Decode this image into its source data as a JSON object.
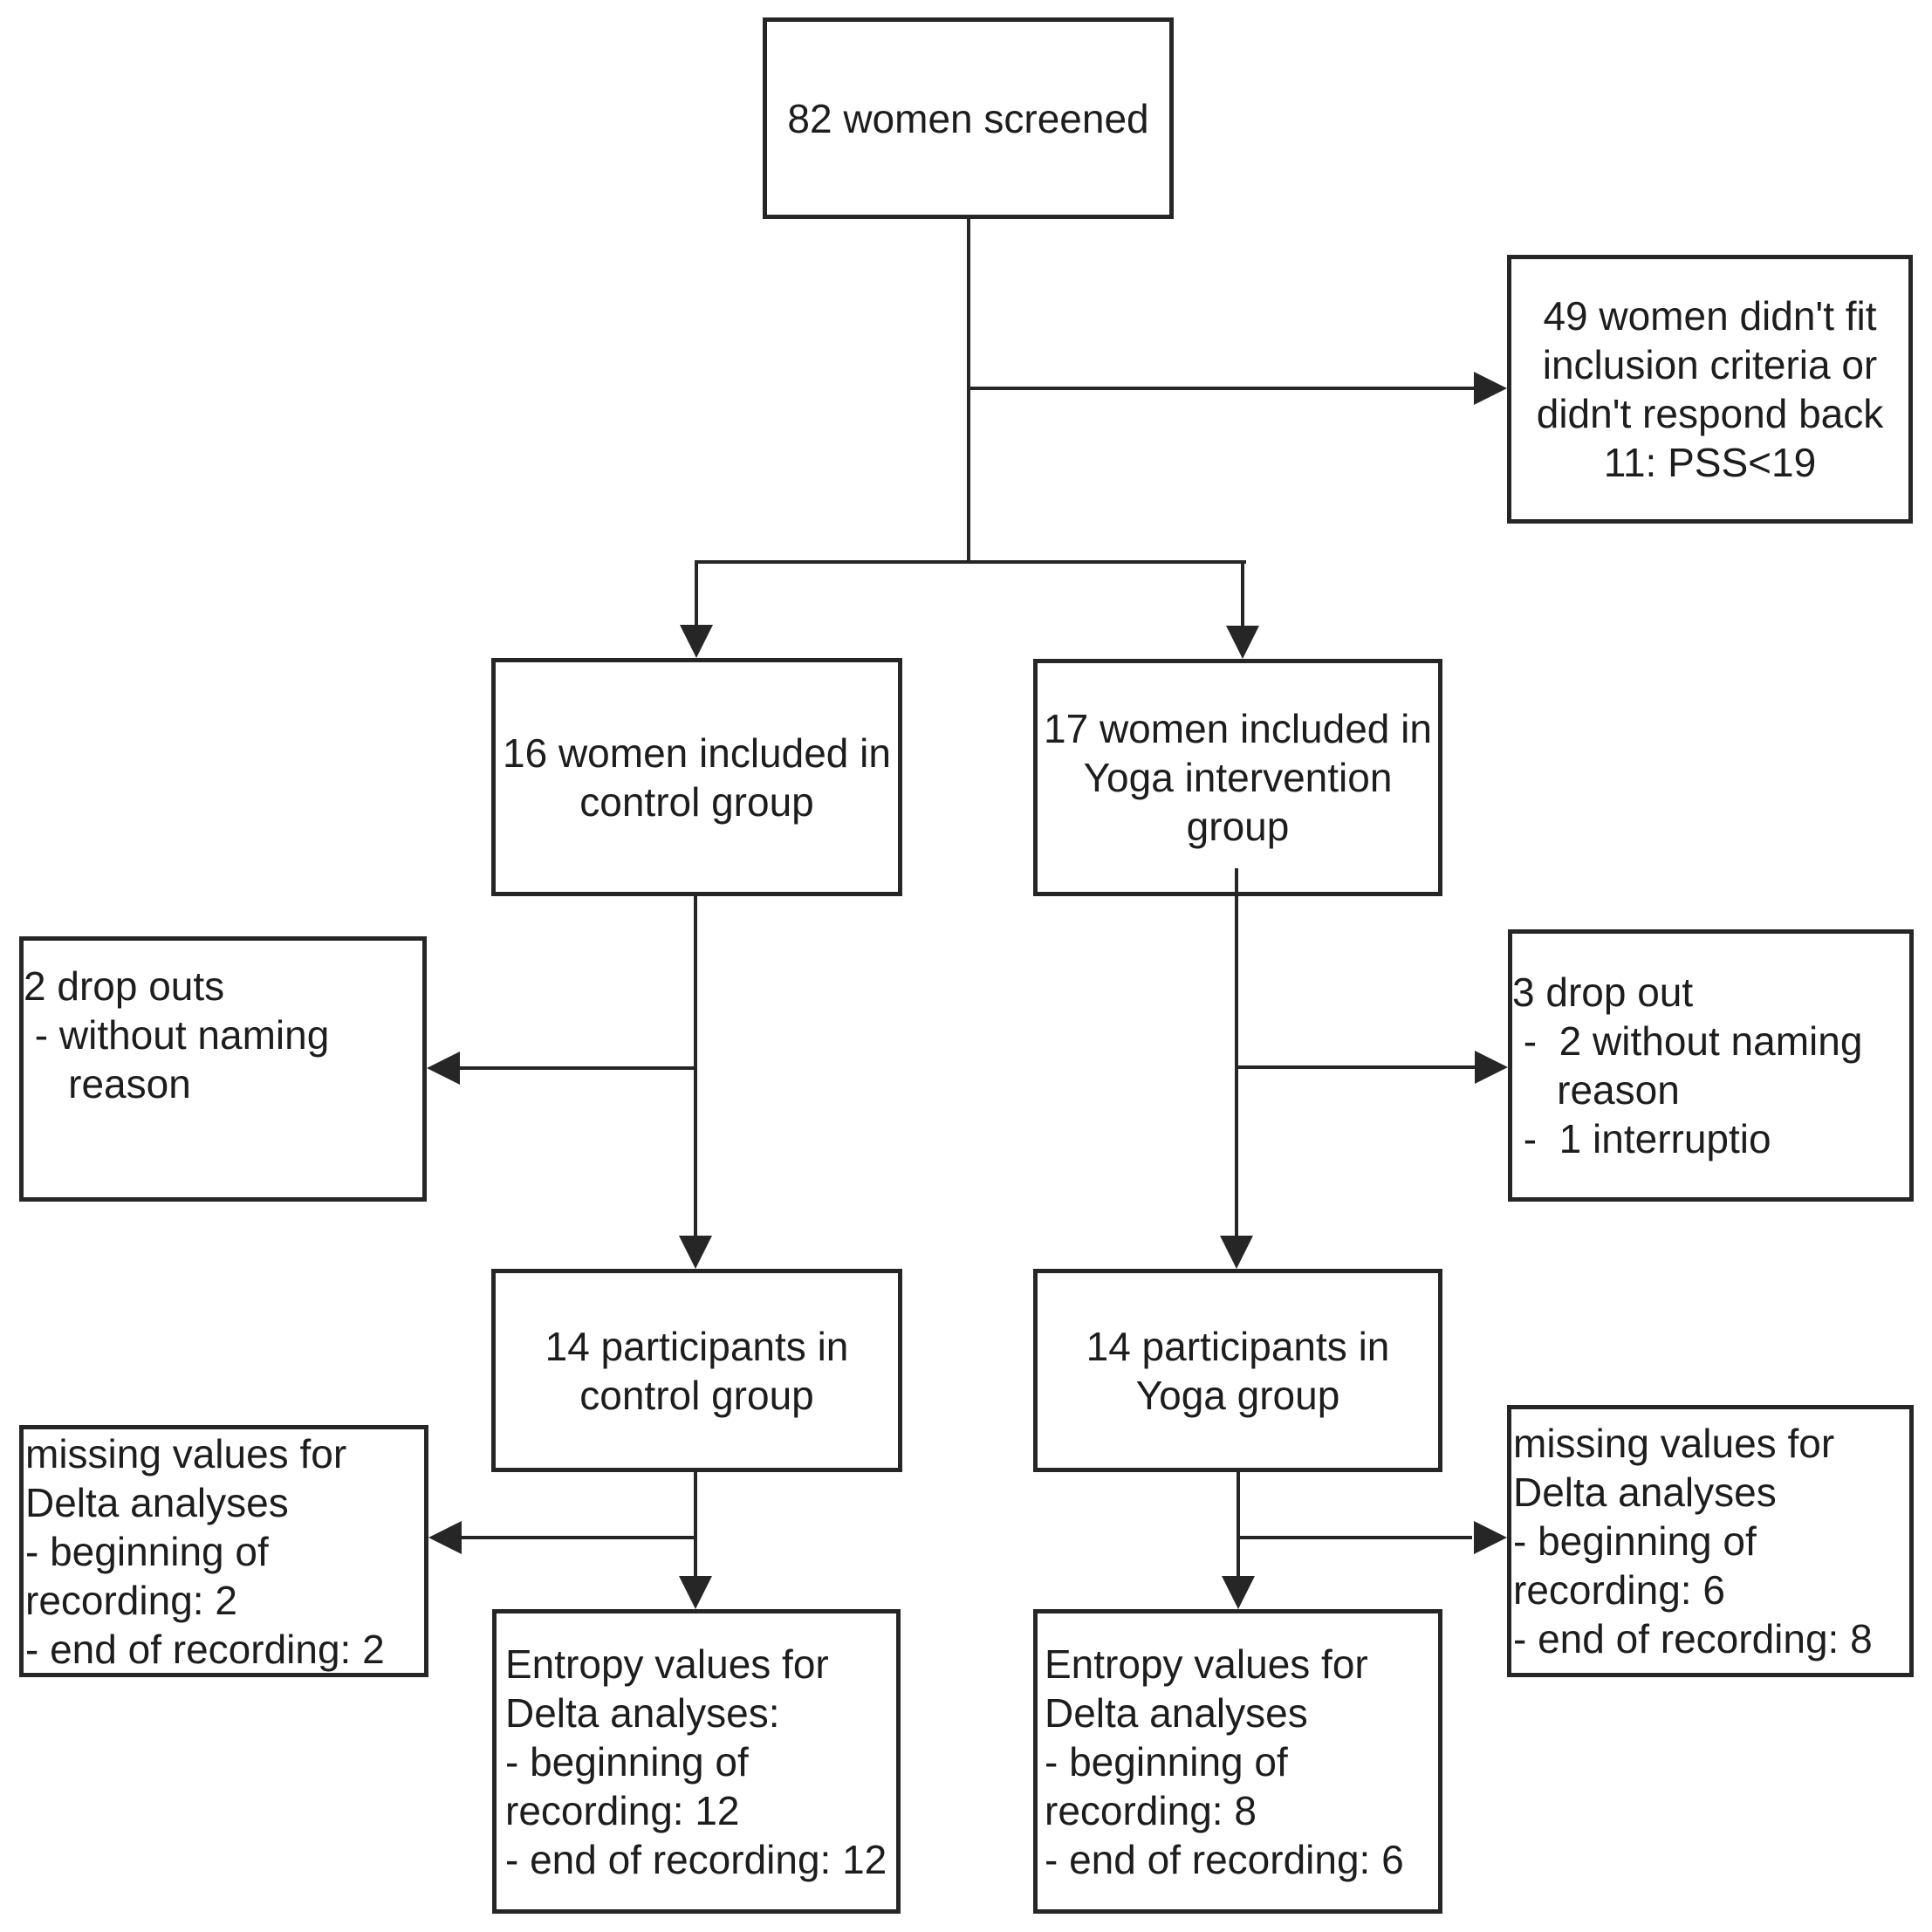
{
  "diagram": {
    "type": "participant-flow-chart",
    "background_color": "#ffffff",
    "line_color": "#262626",
    "text_color": "#1d1d1d"
  },
  "boxes": {
    "screened": {
      "lines": [
        "82 women screened"
      ]
    },
    "excluded": {
      "lines": [
        "49 women didn't fit",
        "inclusion criteria or",
        "didn't respond back",
        "11: PSS<19"
      ]
    },
    "control_included": {
      "lines": [
        "16 women included in",
        "control group"
      ]
    },
    "yoga_included": {
      "lines": [
        "17 women included in",
        "Yoga intervention",
        "group"
      ]
    },
    "control_dropouts": {
      "lines": [
        "2 drop outs",
        " - without naming",
        "    reason"
      ]
    },
    "yoga_dropouts": {
      "lines": [
        "3 drop out",
        " -  2 without naming",
        "    reason",
        " -  1 interruptio"
      ]
    },
    "control_participants": {
      "lines": [
        "14 participants in",
        "control group"
      ]
    },
    "yoga_participants": {
      "lines": [
        "14 participants in",
        "Yoga group"
      ]
    },
    "control_missing": {
      "lines": [
        "missing values for",
        "Delta analyses",
        "- beginning of",
        "recording: 2",
        "- end of recording: 2"
      ]
    },
    "yoga_missing": {
      "lines": [
        "missing values for",
        "Delta analyses",
        "- beginning of",
        "recording: 6",
        "- end of recording: 8"
      ]
    },
    "control_entropy": {
      "lines": [
        "Entropy values for",
        "Delta analyses:",
        "- beginning of",
        "recording: 12",
        "- end of recording: 12"
      ]
    },
    "yoga_entropy": {
      "lines": [
        "Entropy values for",
        "Delta analyses",
        "- beginning of",
        "recording: 8",
        "- end of recording: 6"
      ]
    }
  }
}
